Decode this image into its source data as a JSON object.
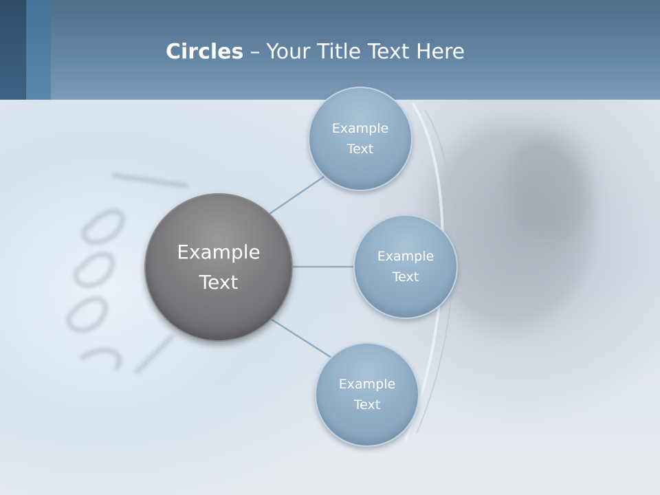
{
  "title": {
    "bold_part": "Circles",
    "separator": "–",
    "rest": "Your Title Text Here"
  },
  "diagram": {
    "center": {
      "label_line1": "Example",
      "label_line2": "Text"
    },
    "nodes": [
      {
        "label_line1": "Example",
        "label_line2": "Text"
      },
      {
        "label_line1": "Example",
        "label_line2": "Text"
      },
      {
        "label_line1": "Example",
        "label_line2": "Text"
      }
    ]
  },
  "colors": {
    "banner": "#6385a4",
    "center_circle": "#7d7d80",
    "node_circle": "#93afc6",
    "connector": "#8ea9c0"
  }
}
